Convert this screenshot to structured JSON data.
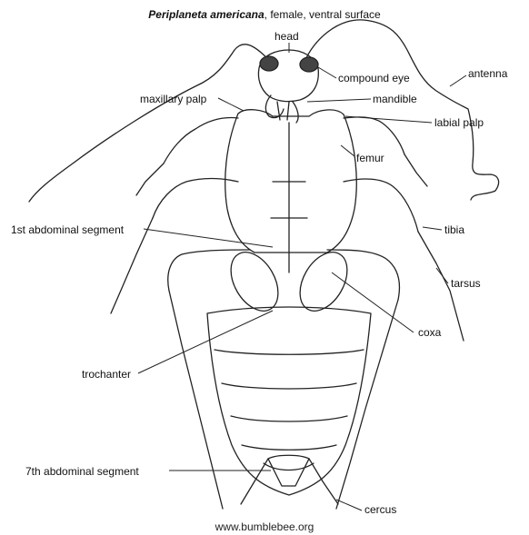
{
  "title": {
    "species": "Periplaneta americana",
    "rest": ", female, ventral surface"
  },
  "labels": {
    "head": "head",
    "compound_eye": "compound eye",
    "antenna": "antenna",
    "maxillary_palp": "maxillary palp",
    "mandible": "mandible",
    "labial_palp": "labial palp",
    "femur": "femur",
    "first_abdominal_segment": "1st abdominal segment",
    "tibia": "tibia",
    "tarsus": "tarsus",
    "coxa": "coxa",
    "trochanter": "trochanter",
    "seventh_abdominal_segment": "7th abdominal segment",
    "cercus": "cercus"
  },
  "footer": "www.bumblebee.org"
}
